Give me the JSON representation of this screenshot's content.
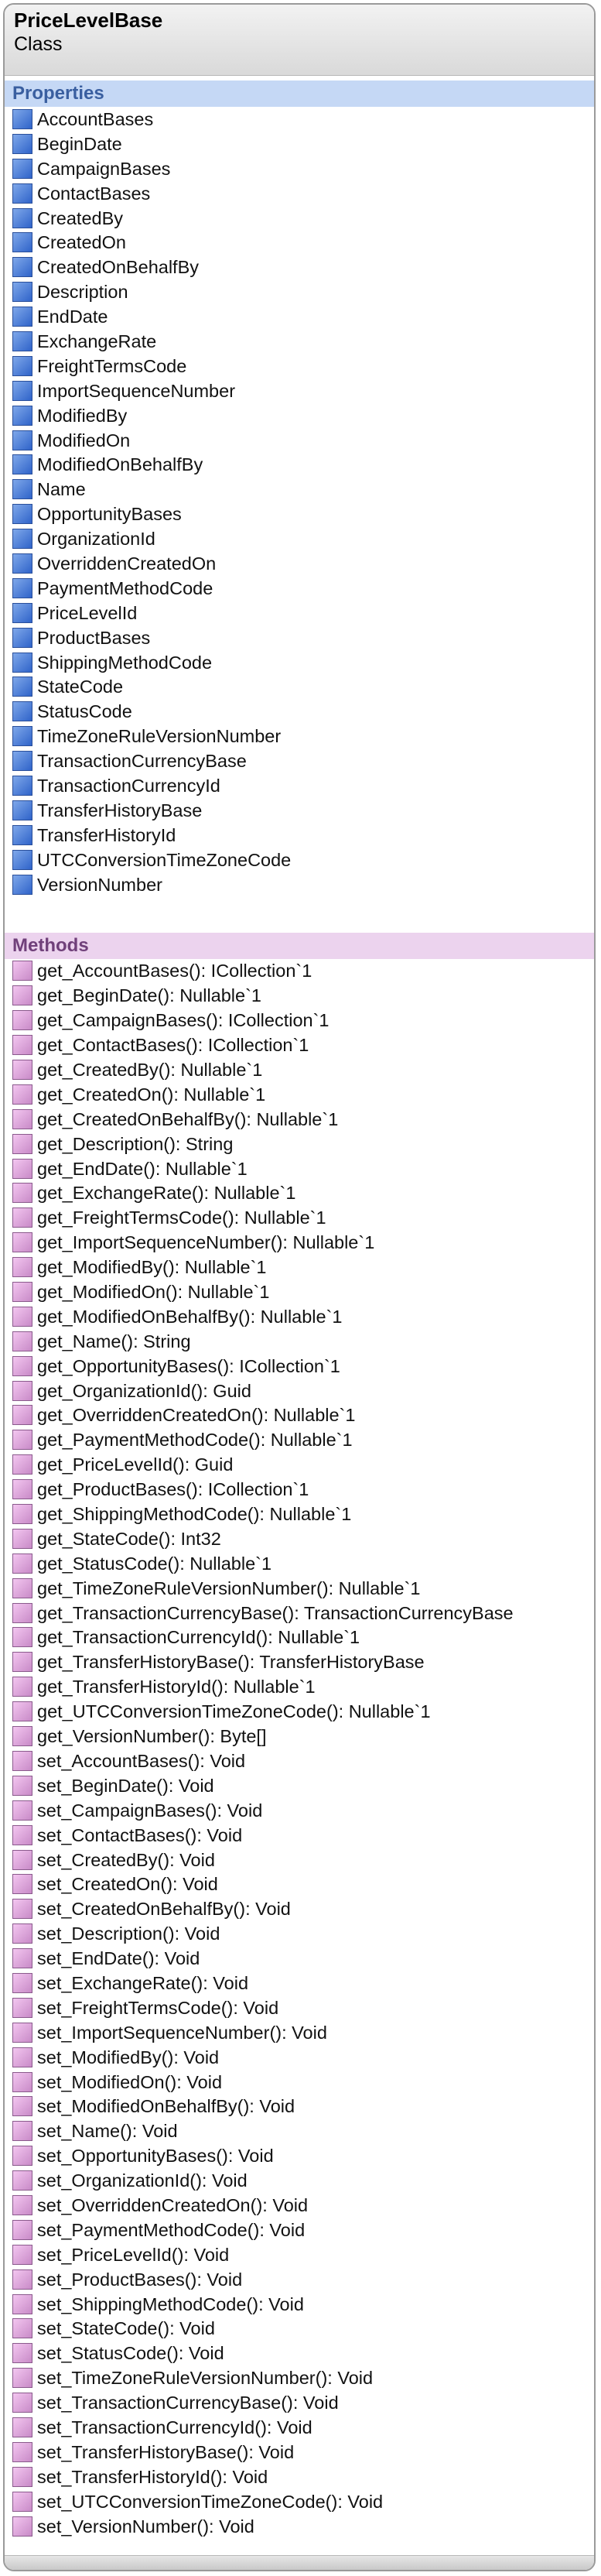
{
  "class_box": {
    "name": "PriceLevelBase",
    "kind": "Class"
  },
  "properties": {
    "heading": "Properties",
    "items": [
      "AccountBases",
      "BeginDate",
      "CampaignBases",
      "ContactBases",
      "CreatedBy",
      "CreatedOn",
      "CreatedOnBehalfBy",
      "Description",
      "EndDate",
      "ExchangeRate",
      "FreightTermsCode",
      "ImportSequenceNumber",
      "ModifiedBy",
      "ModifiedOn",
      "ModifiedOnBehalfBy",
      "Name",
      "OpportunityBases",
      "OrganizationId",
      "OverriddenCreatedOn",
      "PaymentMethodCode",
      "PriceLevelId",
      "ProductBases",
      "ShippingMethodCode",
      "StateCode",
      "StatusCode",
      "TimeZoneRuleVersionNumber",
      "TransactionCurrencyBase",
      "TransactionCurrencyId",
      "TransferHistoryBase",
      "TransferHistoryId",
      "UTCConversionTimeZoneCode",
      "VersionNumber"
    ]
  },
  "methods": {
    "heading": "Methods",
    "items": [
      "get_AccountBases(): ICollection`1",
      "get_BeginDate(): Nullable`1",
      "get_CampaignBases(): ICollection`1",
      "get_ContactBases(): ICollection`1",
      "get_CreatedBy(): Nullable`1",
      "get_CreatedOn(): Nullable`1",
      "get_CreatedOnBehalfBy(): Nullable`1",
      "get_Description(): String",
      "get_EndDate(): Nullable`1",
      "get_ExchangeRate(): Nullable`1",
      "get_FreightTermsCode(): Nullable`1",
      "get_ImportSequenceNumber(): Nullable`1",
      "get_ModifiedBy(): Nullable`1",
      "get_ModifiedOn(): Nullable`1",
      "get_ModifiedOnBehalfBy(): Nullable`1",
      "get_Name(): String",
      "get_OpportunityBases(): ICollection`1",
      "get_OrganizationId(): Guid",
      "get_OverriddenCreatedOn(): Nullable`1",
      "get_PaymentMethodCode(): Nullable`1",
      "get_PriceLevelId(): Guid",
      "get_ProductBases(): ICollection`1",
      "get_ShippingMethodCode(): Nullable`1",
      "get_StateCode(): Int32",
      "get_StatusCode(): Nullable`1",
      "get_TimeZoneRuleVersionNumber(): Nullable`1",
      "get_TransactionCurrencyBase(): TransactionCurrencyBase",
      "get_TransactionCurrencyId(): Nullable`1",
      "get_TransferHistoryBase(): TransferHistoryBase",
      "get_TransferHistoryId(): Nullable`1",
      "get_UTCConversionTimeZoneCode(): Nullable`1",
      "get_VersionNumber(): Byte[]",
      "set_AccountBases(): Void",
      "set_BeginDate(): Void",
      "set_CampaignBases(): Void",
      "set_ContactBases(): Void",
      "set_CreatedBy(): Void",
      "set_CreatedOn(): Void",
      "set_CreatedOnBehalfBy(): Void",
      "set_Description(): Void",
      "set_EndDate(): Void",
      "set_ExchangeRate(): Void",
      "set_FreightTermsCode(): Void",
      "set_ImportSequenceNumber(): Void",
      "set_ModifiedBy(): Void",
      "set_ModifiedOn(): Void",
      "set_ModifiedOnBehalfBy(): Void",
      "set_Name(): Void",
      "set_OpportunityBases(): Void",
      "set_OrganizationId(): Void",
      "set_OverriddenCreatedOn(): Void",
      "set_PaymentMethodCode(): Void",
      "set_PriceLevelId(): Void",
      "set_ProductBases(): Void",
      "set_ShippingMethodCode(): Void",
      "set_StateCode(): Void",
      "set_StatusCode(): Void",
      "set_TimeZoneRuleVersionNumber(): Void",
      "set_TransactionCurrencyBase(): Void",
      "set_TransactionCurrencyId(): Void",
      "set_TransferHistoryBase(): Void",
      "set_TransferHistoryId(): Void",
      "set_UTCConversionTimeZoneCode(): Void",
      "set_VersionNumber(): Void"
    ]
  },
  "colors": {
    "property_icon": "#3a6fd0",
    "method_icon": "#d9a3d8",
    "properties_header_bg": "#c5d8f5",
    "methods_header_bg": "#ecd3ee"
  },
  "icons": {
    "property": "property-icon",
    "method": "method-icon"
  }
}
